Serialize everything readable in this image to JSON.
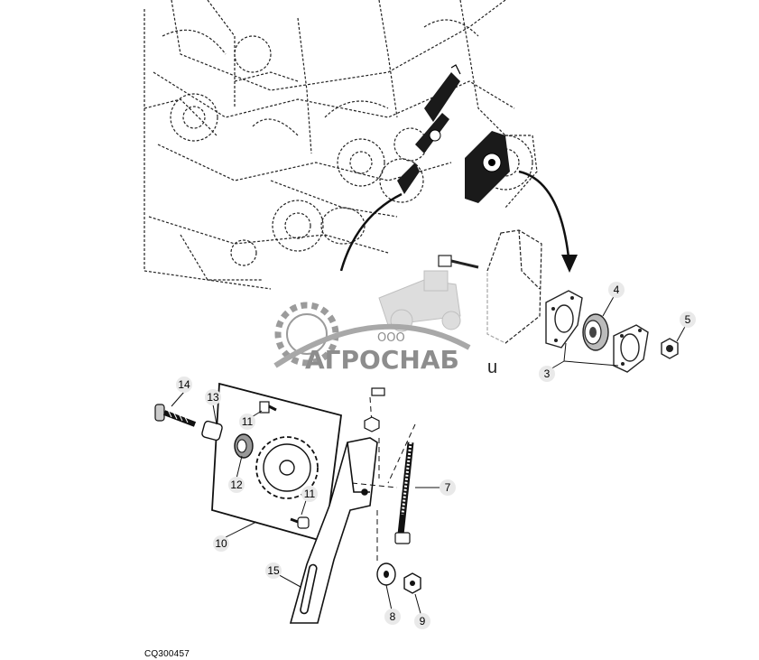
{
  "figure_code": "CQ300457",
  "watermark": {
    "top_text": "ООО",
    "main_text": "АГРОСНАБ",
    "suffix": "u"
  },
  "callouts": [
    "14",
    "13",
    "11",
    "12",
    "10",
    "11",
    "15",
    "8",
    "9",
    "7",
    "4",
    "5",
    "3"
  ]
}
